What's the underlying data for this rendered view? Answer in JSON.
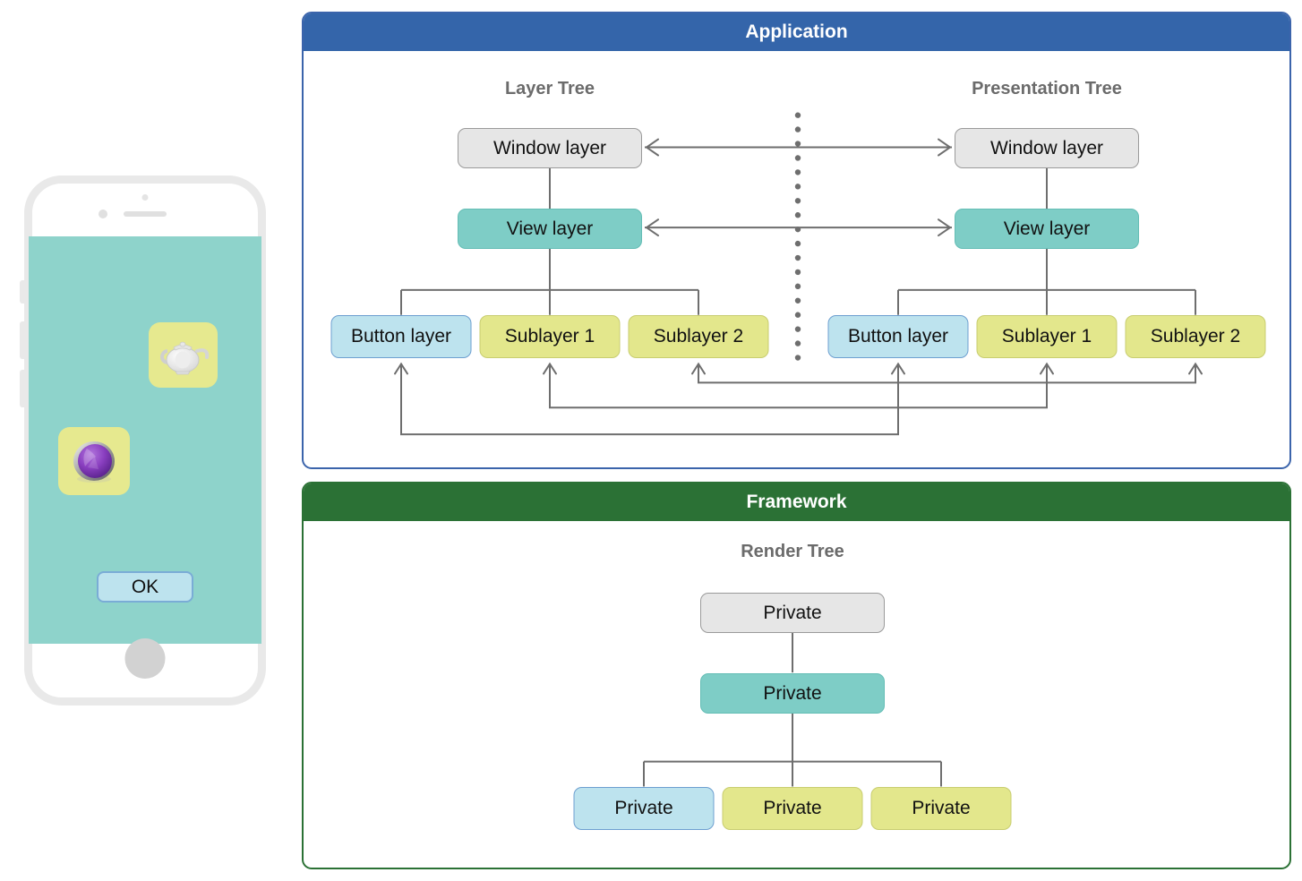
{
  "phone": {
    "screen_bg": "#8ed3cb",
    "tiles": [
      {
        "name": "teapot",
        "icon": "teapot-icon"
      },
      {
        "name": "sphere",
        "icon": "sphere-icon"
      }
    ],
    "ok_button_label": "OK"
  },
  "application": {
    "header": "Application",
    "layer_tree": {
      "title": "Layer Tree",
      "nodes": {
        "window": "Window layer",
        "view": "View layer",
        "button": "Button layer",
        "sublayer1": "Sublayer 1",
        "sublayer2": "Sublayer 2"
      }
    },
    "presentation_tree": {
      "title": "Presentation Tree",
      "nodes": {
        "window": "Window layer",
        "view": "View layer",
        "button": "Button layer",
        "sublayer1": "Sublayer 1",
        "sublayer2": "Sublayer 2"
      }
    }
  },
  "framework": {
    "header": "Framework",
    "render_tree": {
      "title": "Render Tree",
      "nodes": {
        "root": "Private",
        "middle": "Private",
        "leaf1": "Private",
        "leaf2": "Private",
        "leaf3": "Private"
      }
    }
  },
  "colors": {
    "application_header": "#3465aa",
    "framework_header": "#2b7135",
    "grey_node": "#e6e6e6",
    "teal_node": "#7ecdc6",
    "blue_node": "#bde3ee",
    "yellow_node": "#e3e78c",
    "connector": "#6e6e6e",
    "tree_title": "#6b6b6b"
  }
}
